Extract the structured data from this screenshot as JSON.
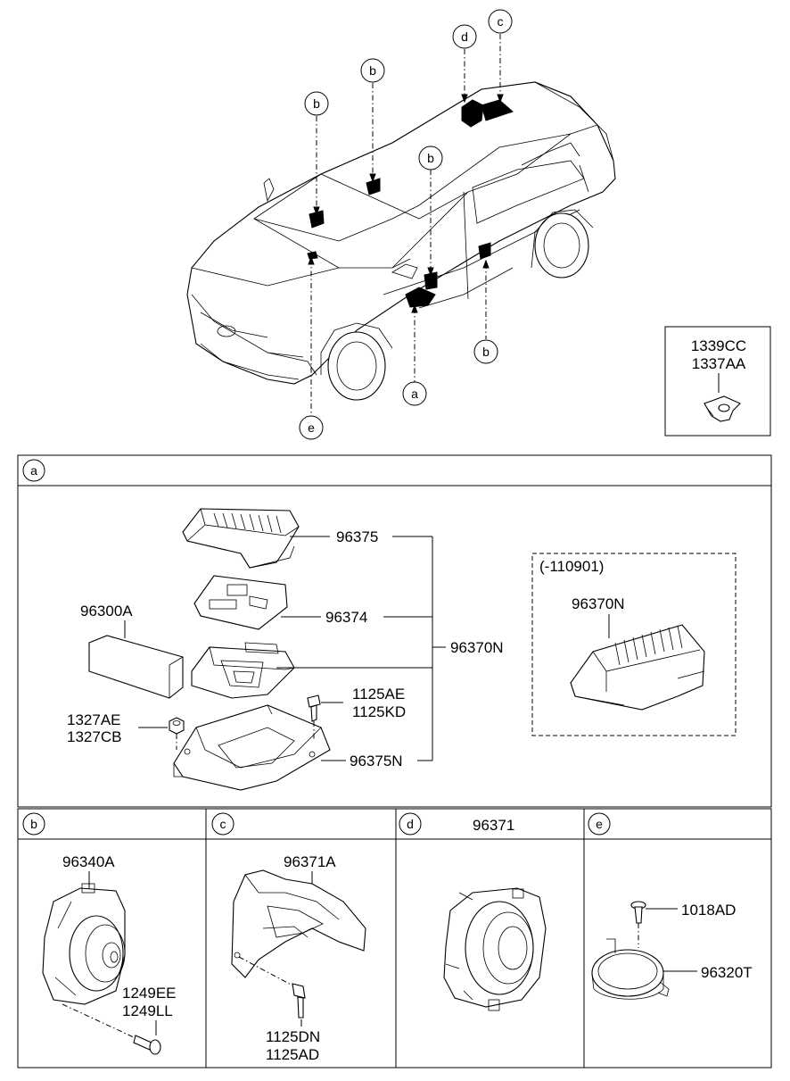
{
  "callouts": {
    "a": "a",
    "b": "b",
    "c": "c",
    "d": "d",
    "e": "e"
  },
  "clip_box": {
    "part1": "1339CC",
    "part2": "1337AA"
  },
  "section_a": {
    "letter": "a",
    "amp_case_top": "96375",
    "amp_board": "96374",
    "amp_assy": "96370N",
    "bracket": "96375N",
    "cover": "96300A",
    "nut1": "1327AE",
    "nut2": "1327CB",
    "bolt1": "1125AE",
    "bolt2": "1125KD",
    "variant_note": "(-110901)",
    "variant_part": "96370N"
  },
  "section_b": {
    "letter": "b",
    "speaker": "96340A",
    "screw1": "1249EE",
    "screw2": "1249LL"
  },
  "section_c": {
    "letter": "c",
    "bracket": "96371A",
    "bolt1": "1125DN",
    "bolt2": "1125AD"
  },
  "section_d": {
    "letter": "d",
    "header_part": "96371"
  },
  "section_e": {
    "letter": "e",
    "screw": "1018AD",
    "tweeter": "96320T"
  }
}
